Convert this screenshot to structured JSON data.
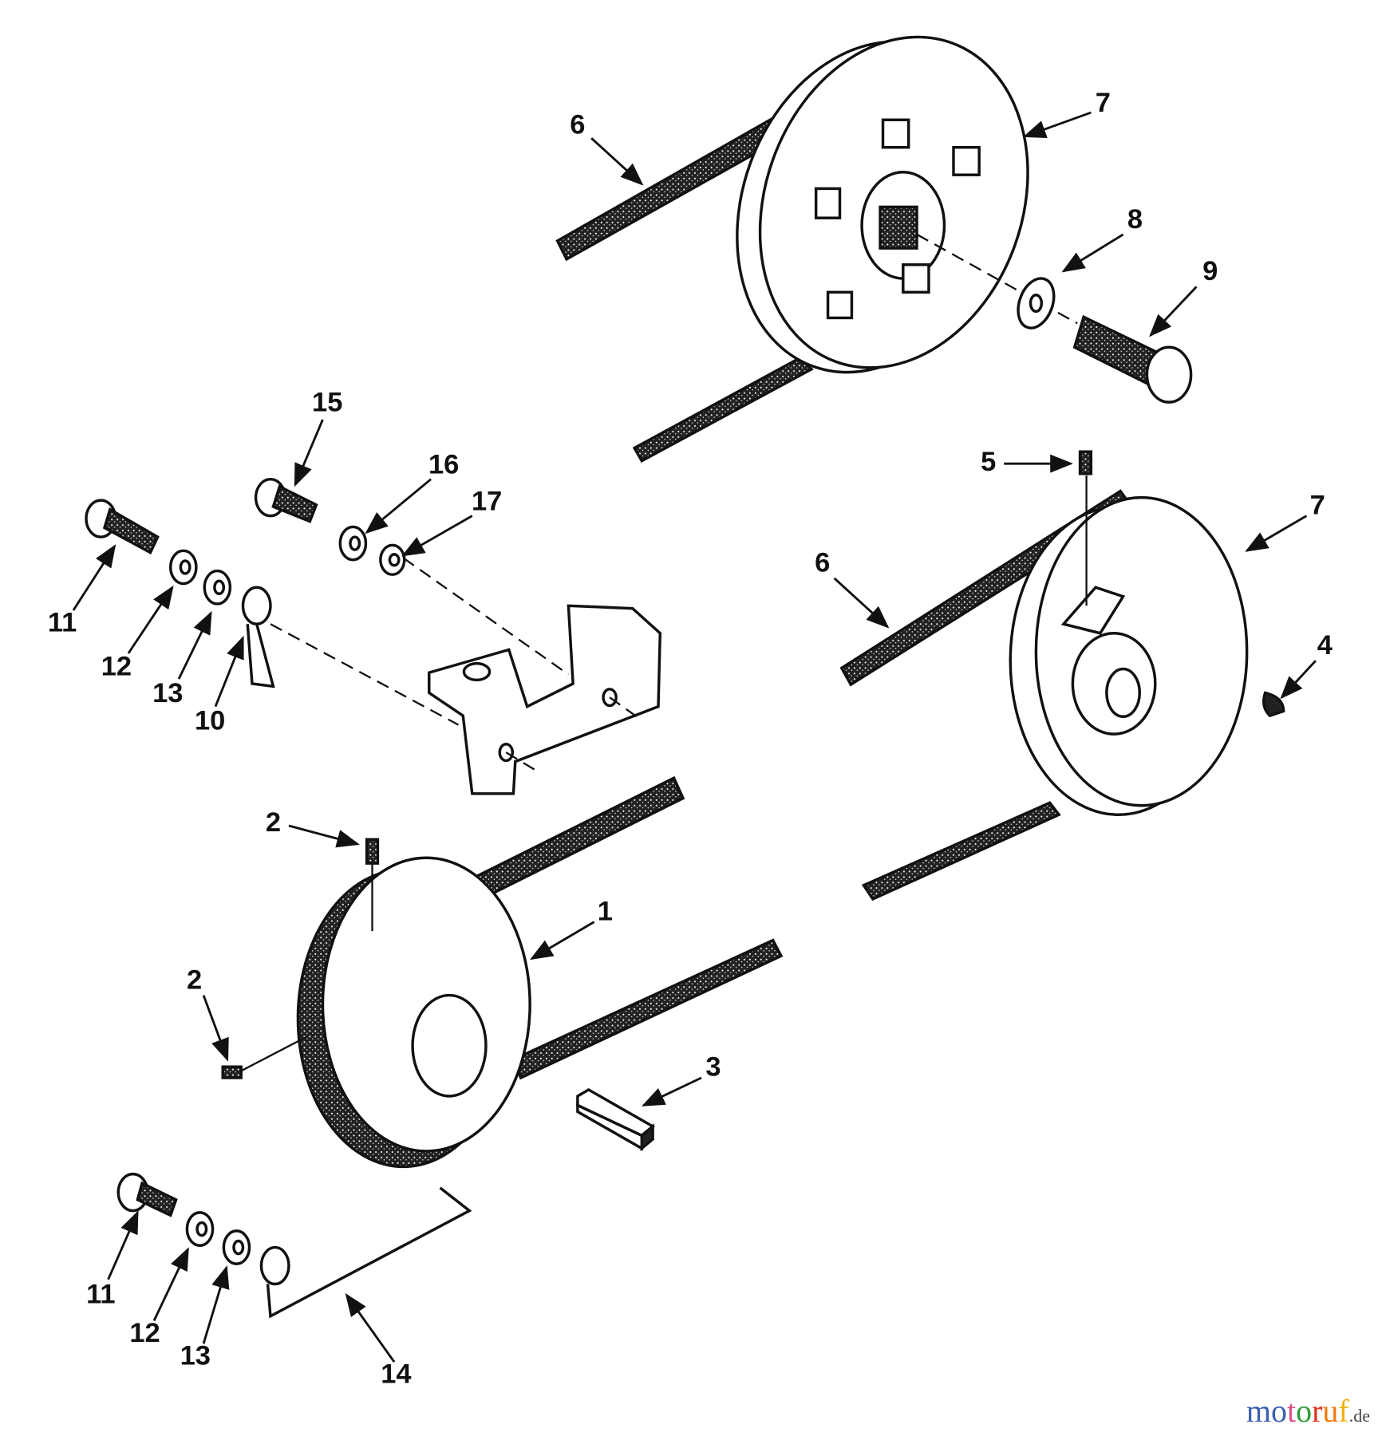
{
  "diagram": {
    "type": "exploded parts diagram",
    "callouts": [
      "6",
      "7",
      "8",
      "9",
      "15",
      "16",
      "17",
      "11",
      "12",
      "13",
      "10",
      "5",
      "7",
      "6",
      "4",
      "2",
      "1",
      "2",
      "3",
      "11",
      "12",
      "13",
      "14"
    ]
  },
  "watermark": {
    "text": "motoruf",
    "suffix": ".de",
    "colors": [
      "#3a5fb0",
      "#3a5fb0",
      "#e0508a",
      "#2e9a3a",
      "#e03020",
      "#f07a10",
      "#f0b010"
    ]
  },
  "colors": {
    "ink": "#111111",
    "background": "#ffffff"
  }
}
